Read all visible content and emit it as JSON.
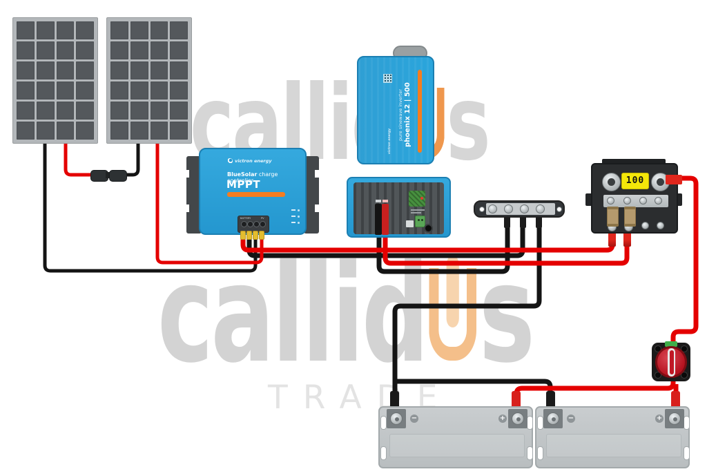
{
  "watermark": {
    "brand_prefix": "callid",
    "brand_suffix": "s",
    "trade_label": "TRADE"
  },
  "mppt": {
    "brand": "victron energy",
    "product_bold": "BlueSolar",
    "product_rest": " charge controller",
    "model": "MPPT",
    "terminal_label_battery": "BATTERY",
    "terminal_label_pv": "PV"
  },
  "inverter": {
    "brand": "victron energy",
    "tagline": "pure sinewave inverter",
    "model": "phoenix 12 | 500"
  },
  "fuse_box": {
    "fuse_rating": "100"
  },
  "battery": {
    "negative_symbol": "−",
    "positive_symbol": "+"
  },
  "colors": {
    "wire_positive_red": "#e40000",
    "wire_negative_black": "#141414",
    "victron_blue": "#2aa0d8",
    "victron_orange": "#f57d1f",
    "fuse_label_yellow": "#f4e70a",
    "switch_red": "#c01825",
    "watermark_gray": "#d6d6d6",
    "watermark_orange": "#ee8c3a"
  }
}
